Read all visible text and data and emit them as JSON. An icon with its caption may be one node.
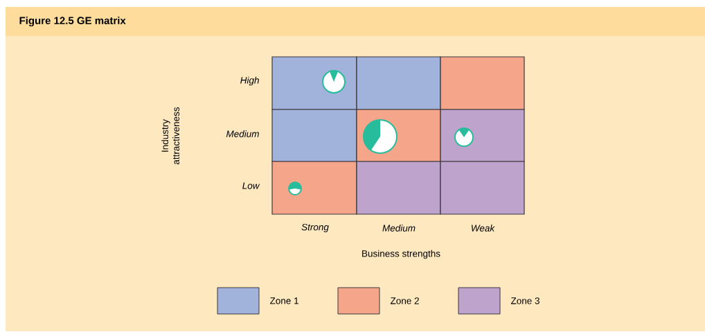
{
  "diagram": {
    "title": "Figure 12.5  GE matrix",
    "labels": [
      "High",
      "Industry attractiveness",
      "Medium",
      "Low",
      "Strong",
      "Medium",
      "Weak",
      "Business strengths"
    ],
    "legend": [
      {
        "text": "Zone 1",
        "color": "#a1b3da"
      },
      {
        "text": "Zone 2",
        "color": "#f5a68a"
      },
      {
        "text": "Zone 3",
        "color": "#bea4cc"
      }
    ]
  }
}
